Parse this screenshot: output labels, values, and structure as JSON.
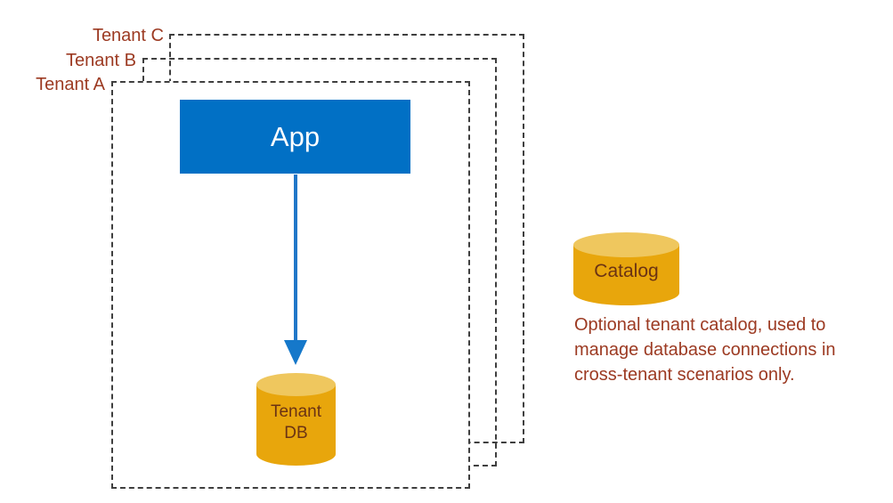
{
  "diagram": {
    "title": "Multi-tenant database per tenant diagram",
    "colors": {
      "app_blue": "#0170C5",
      "cylinder_body": "#E8A60C",
      "cylinder_top": "#EFC75E",
      "label_text": "#9C3A22",
      "cylinder_text": "#6B3314",
      "boundary_dash": "#3F3F3F",
      "background": "#FFFFFF"
    },
    "tenant_boundaries": [
      {
        "id": "tenant-c",
        "label": "Tenant C"
      },
      {
        "id": "tenant-b",
        "label": "Tenant B"
      },
      {
        "id": "tenant-a",
        "label": "Tenant A"
      }
    ],
    "app": {
      "label": "App"
    },
    "connector": {
      "name": "app-to-database-arrow",
      "from": "App",
      "to": "Tenant DB",
      "direction": "down"
    },
    "tenant_database": {
      "line1": "Tenant",
      "line2": "DB"
    },
    "catalog": {
      "label": "Catalog",
      "caption": "Optional tenant catalog, used to manage database connections in cross-tenant scenarios only."
    }
  }
}
